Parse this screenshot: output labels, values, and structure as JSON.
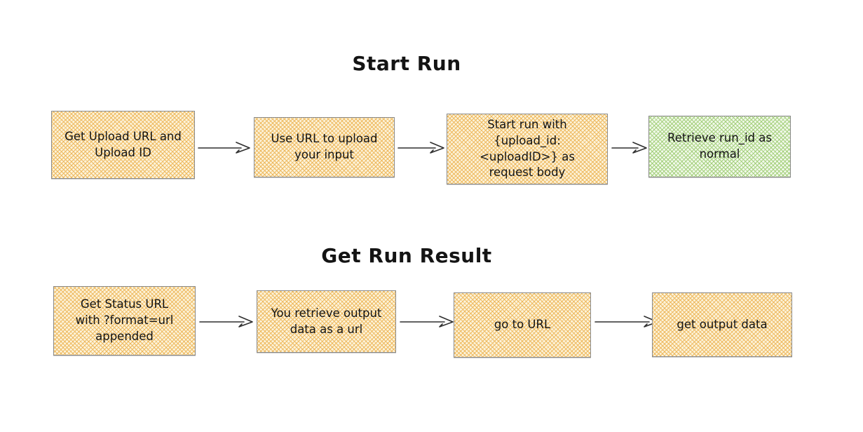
{
  "diagram": {
    "colors": {
      "canvas_bg": "#ffffff",
      "node_border": "#8a8a8a",
      "text": "#141414",
      "arrow": "#2e2e2e",
      "orange_bg": "#fcf3da",
      "orange_hatch": "#eeb95f",
      "green_bg": "#f1f9ea",
      "green_hatch": "#a4cf7b"
    },
    "sections": [
      {
        "title": "Start Run",
        "nodes": [
          {
            "label": "Get Upload URL and\nUpload ID",
            "color": "orange"
          },
          {
            "label": "Use URL to upload\nyour input",
            "color": "orange"
          },
          {
            "label": "Start run with\n{upload_id:\n<uploadID>} as\nrequest body",
            "color": "orange"
          },
          {
            "label": "Retrieve run_id as\nnormal",
            "color": "green"
          }
        ]
      },
      {
        "title": "Get Run Result",
        "nodes": [
          {
            "label": "Get Status URL\nwith ?format=url\nappended",
            "color": "orange"
          },
          {
            "label": "You retrieve output\ndata as a url",
            "color": "orange"
          },
          {
            "label": "go to URL",
            "color": "orange"
          },
          {
            "label": "get output data",
            "color": "orange"
          }
        ]
      }
    ]
  }
}
